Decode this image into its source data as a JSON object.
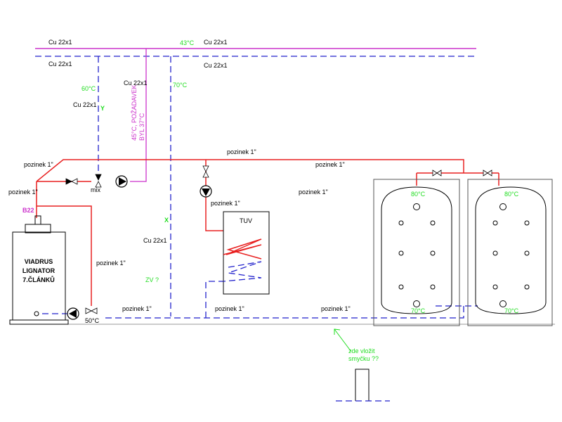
{
  "labels": {
    "cu_top_left": "Cu 22x1",
    "cu_top_mid": "Cu 22x1",
    "cu_bot_left": "Cu 22x1",
    "cu_bot_mid": "Cu 22x1",
    "cu_vert_a": "Cu 22x1",
    "cu_vert_b": "Cu 22x1",
    "cu_vert_c": "Cu 22x1",
    "t_43": "43°C",
    "t_60": "60°C",
    "t_70_top": "70°C",
    "y_mark": "Y",
    "x_mark": "X",
    "zv": "ZV ?",
    "requirement_line1": "45°C, POŽADAVEK",
    "requirement_line2": "BYL 37°C",
    "pozinek_top_center": "pozinek 1\"",
    "pozinek_left_upper": "pozinek 1\"",
    "pozinek_left_lower": "pozinek 1\"",
    "pozinek_right_upper": "pozinek 1\"",
    "pozinek_center_mid": "pozinek 1\"",
    "pozinek_boiler_down": "pozinek 1\"",
    "pozinek_tuv_pump": "pozinek 1\"",
    "pozinek_bottom_a": "pozinek 1\"",
    "pozinek_bottom_b": "pozinek 1\"",
    "pozinek_bottom_c": "pozinek 1\"",
    "mix": "mix",
    "t_50": "50°C",
    "b22": "B22",
    "boiler_line1": "VIADRUS",
    "boiler_line2": "LIGNATOR",
    "boiler_line3": "7.ČLÁNKŮ",
    "tuv": "TUV",
    "tank1_top": "80°C",
    "tank2_top": "80°C",
    "tank1_bottom": "70°C",
    "tank2_bottom": "70°C",
    "note_line1": "zde vložit",
    "note_line2": "smyčku ??"
  },
  "colors": {
    "supply": "#e82020",
    "return": "#2222cc",
    "feed": "#cc33cc",
    "temperature": "#22dd22",
    "pipe_header": "#cc33cc"
  }
}
